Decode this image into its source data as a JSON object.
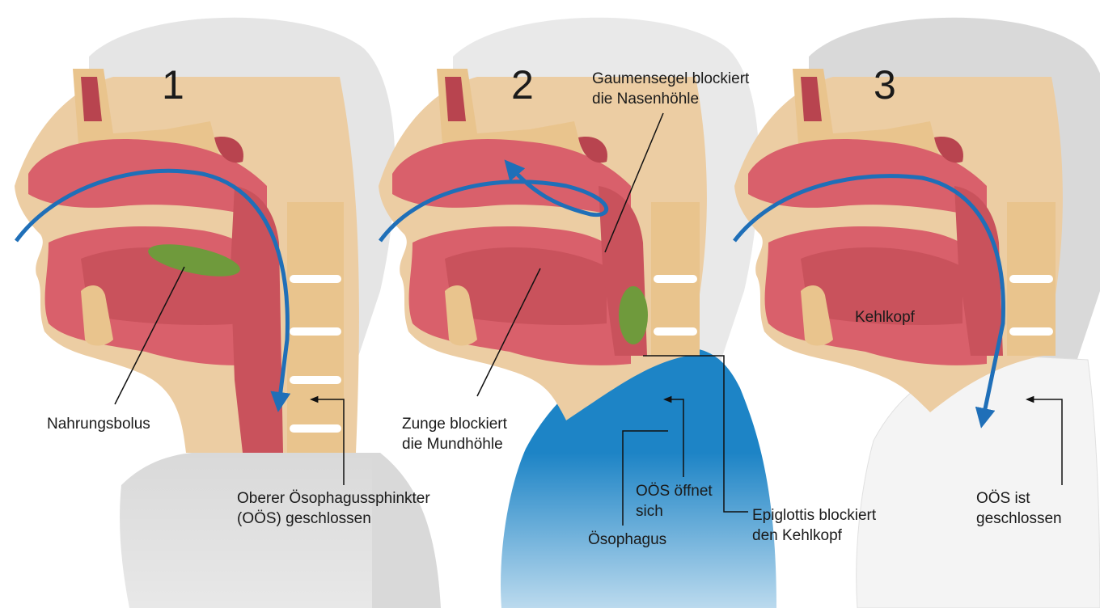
{
  "panels": [
    {
      "number": "1",
      "labels": {
        "bolus": "Nahrungsbolus",
        "sphincter_line1": "Oberer Ösophagussphinkter",
        "sphincter_line2": "(OÖS) geschlossen"
      }
    },
    {
      "number": "2",
      "labels": {
        "velum_line1": "Gaumensegel blockiert",
        "velum_line2": "die Nasenhöhle",
        "tongue_line1": "Zunge blockiert",
        "tongue_line2": "die Mundhöhle",
        "ues_open_line1": "OÖS öffnet",
        "ues_open_line2": "sich",
        "esophagus": "Ösophagus",
        "epiglottis_line1": "Epiglottis blockiert",
        "epiglottis_line2": "den Kehlkopf"
      }
    },
    {
      "number": "3",
      "labels": {
        "larynx": "Kehlkopf",
        "ues_closed_line1": "OÖS ist",
        "ues_closed_line2": "geschlossen"
      }
    }
  ],
  "colors": {
    "tissue": "#d9606b",
    "tissue_dark": "#b8444f",
    "bone": "#e9c48d",
    "skin": "#eccda3",
    "bolus": "#6f9a3c",
    "arrow": "#1f6fb8",
    "hair": "#d8d8d8",
    "shirt_blue": "#1d84c6"
  }
}
